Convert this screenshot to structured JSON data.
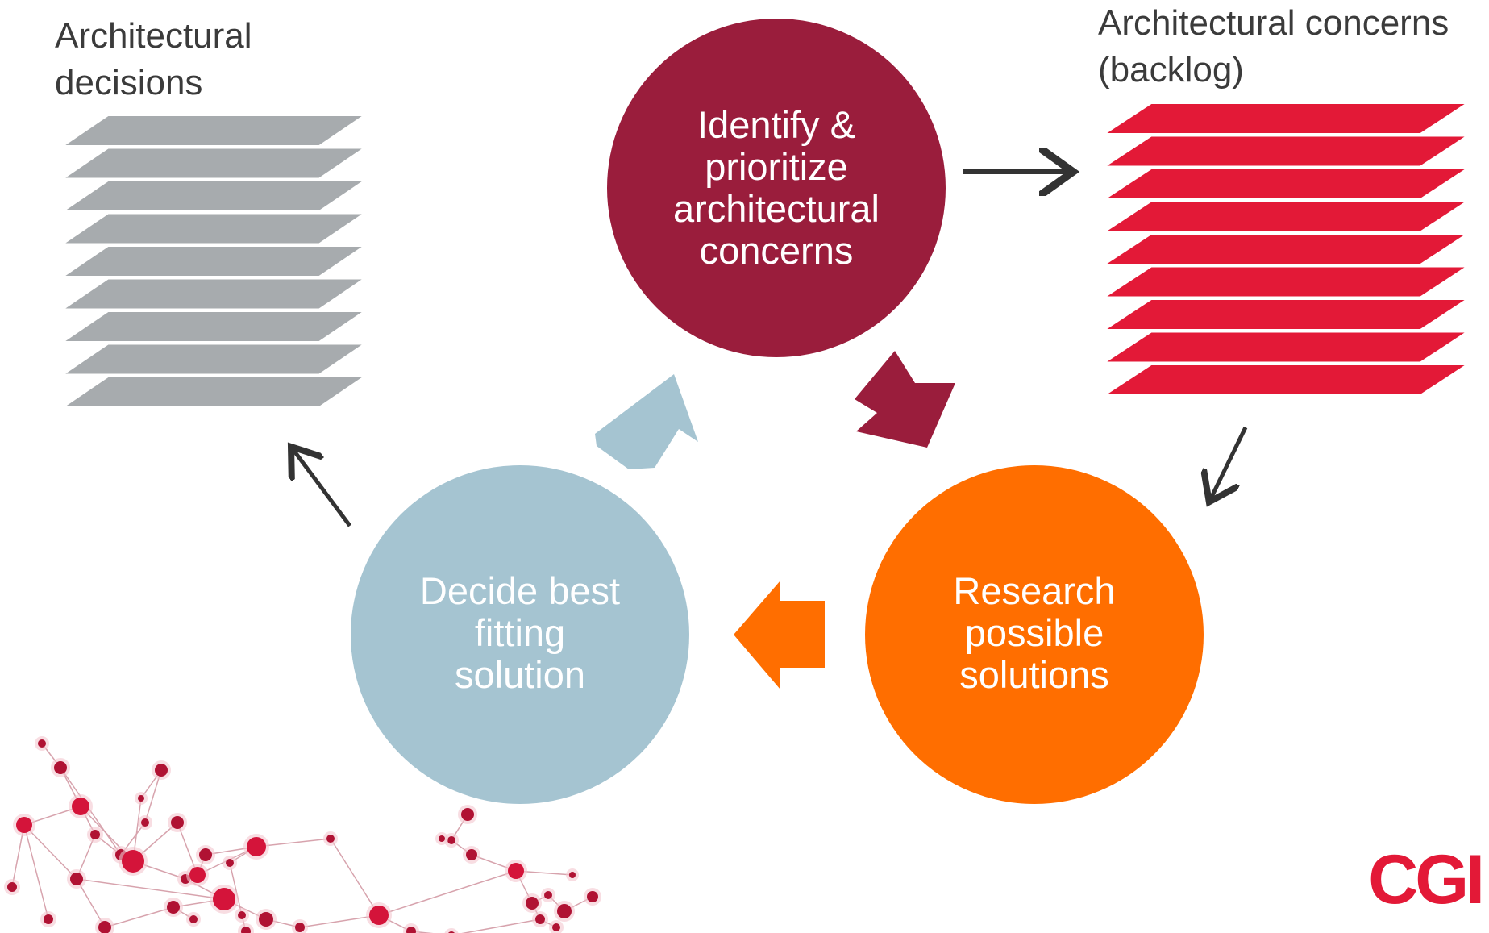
{
  "labels": {
    "decisions": [
      "Architectural",
      "decisions"
    ],
    "backlog": [
      "Architectural concerns",
      "(backlog)"
    ]
  },
  "circles": {
    "identify": {
      "lines": [
        "Identify &",
        "prioritize",
        "architectural",
        "concerns"
      ],
      "color": "#9a1d3c"
    },
    "research": {
      "lines": [
        "Research",
        "possible",
        "solutions"
      ],
      "color": "#ff6e00"
    },
    "decide": {
      "lines": [
        "Decide best",
        "fitting",
        "solution"
      ],
      "color": "#a5c4d1"
    }
  },
  "colors": {
    "decision_sheet": "#a7abae",
    "backlog_sheet": "#e31937",
    "arrow_dark": "#333333",
    "network": "#c8102e"
  },
  "logo": {
    "text": "CGI",
    "color": "#e31937"
  }
}
